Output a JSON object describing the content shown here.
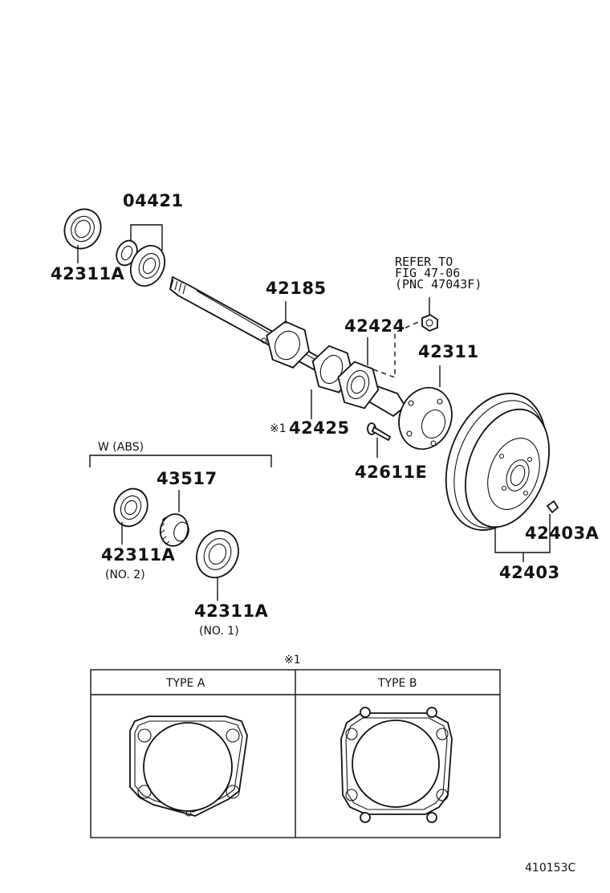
{
  "parts": {
    "p04421": "04421",
    "p42311A_top": "42311A",
    "p42185": "42185",
    "p42424": "42424",
    "p42311": "42311",
    "p42425": "42425",
    "p42425_mark": "※1",
    "p42611E": "42611E",
    "p43517": "43517",
    "p42311A_no2": "42311A",
    "p42311A_no2_note": "(NO. 2)",
    "p42311A_no1": "42311A",
    "p42311A_no1_note": "(NO. 1)",
    "p42403A": "42403A",
    "p42403": "42403"
  },
  "refer": {
    "line1": "REFER TO",
    "line2": "FIG 47-06",
    "line3": "(PNC 47043F)"
  },
  "abs_group_label": "W (ABS)",
  "note_mark": "※1",
  "table": {
    "col_a": "TYPE A",
    "col_b": "TYPE B"
  },
  "figure_code": "410153C"
}
